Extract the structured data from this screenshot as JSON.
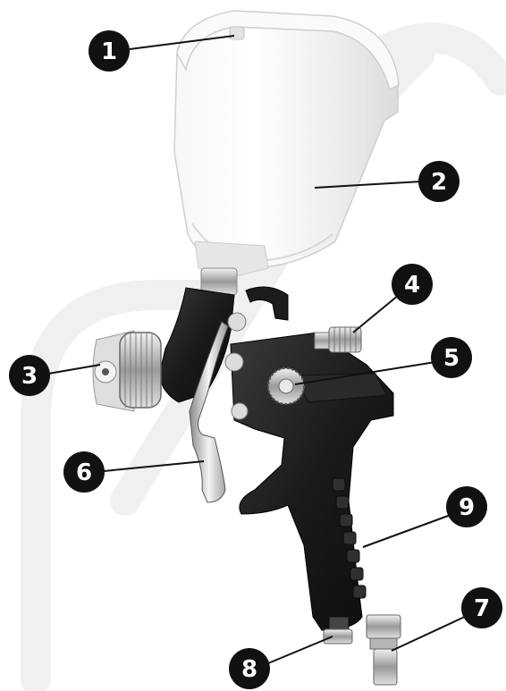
{
  "callouts": [
    {
      "label": "1"
    },
    {
      "label": "2"
    },
    {
      "label": "3"
    },
    {
      "label": "4"
    },
    {
      "label": "5"
    },
    {
      "label": "6"
    },
    {
      "label": "7"
    },
    {
      "label": "8"
    },
    {
      "label": "9"
    }
  ],
  "colors": {
    "callout_fill": "#111111",
    "callout_text": "#ffffff",
    "leader_line": "#111111",
    "cup_plastic": "#f3f3f3",
    "gun_body": "#1e1e1e",
    "chrome": "#c9c9c9",
    "watermark": "#eeeeee"
  }
}
